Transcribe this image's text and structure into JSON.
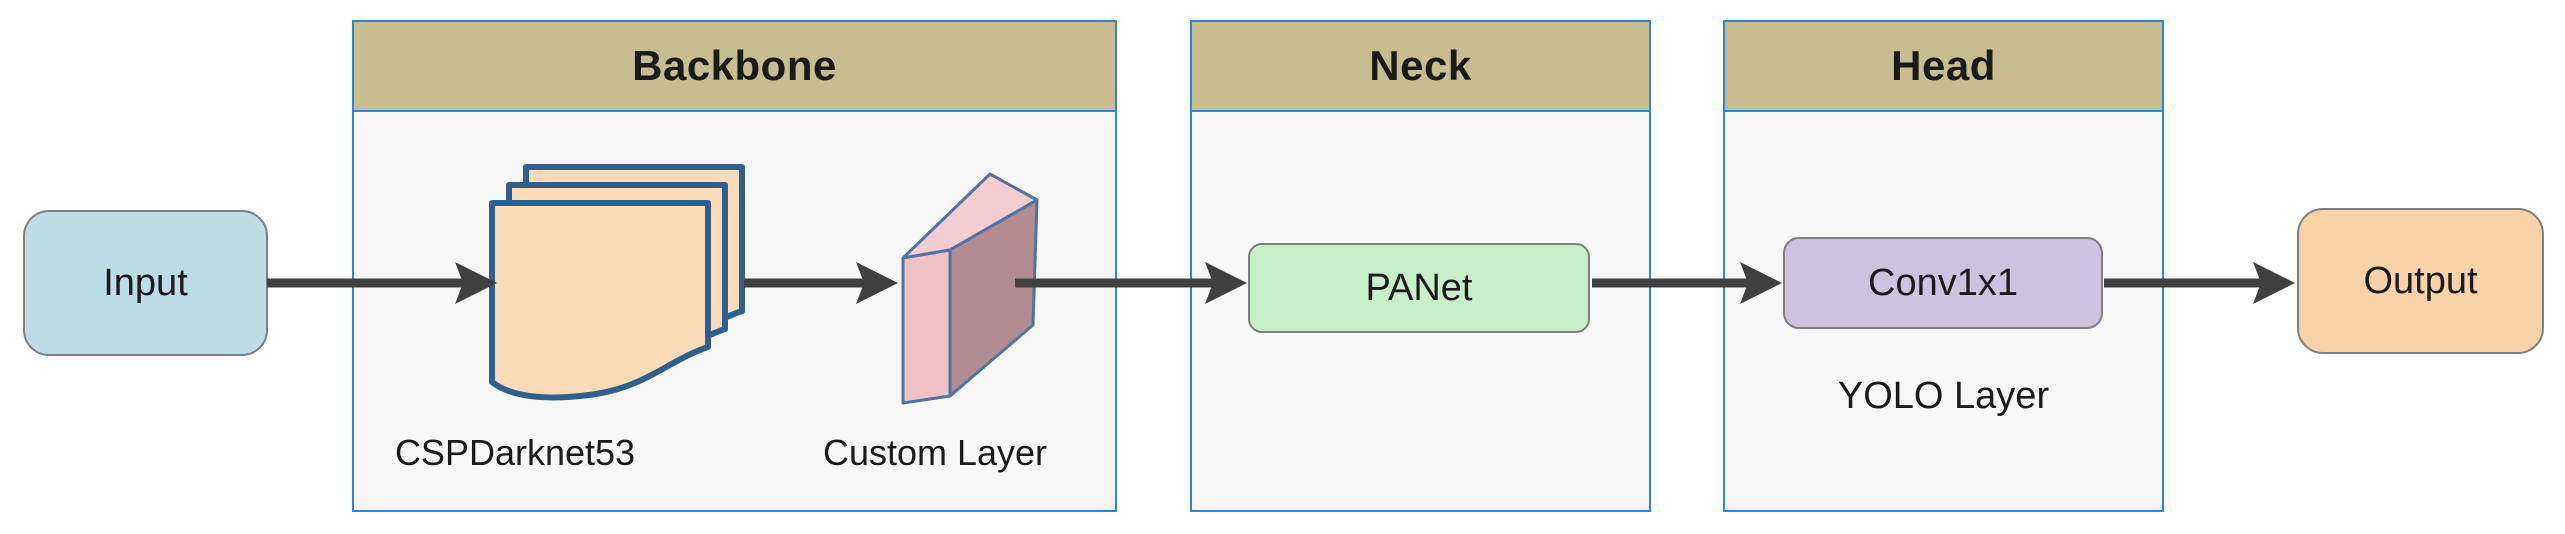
{
  "colors": {
    "canvas-bg": "#ffffff",
    "panel-bg": "#f7f7f7",
    "panel-border": "#2b87d8",
    "header-fill": "#c7bd8f",
    "input-fill": "#bcdde6",
    "output-fill": "#fad2a9",
    "panet-fill": "#c7f0c8",
    "conv-fill": "#cdc2df",
    "node-border": "#7f7f7f",
    "arrow": "#404040",
    "page-fill": "#fcdcb8",
    "page-stroke": "#2f5f8f",
    "slab-front": "#efc3c6",
    "slab-top": "#f3cdd0",
    "slab-side": "#b28c90",
    "slab-stroke": "#4f74a3",
    "text": "#1a1a1a"
  },
  "nodes": {
    "input": "Input",
    "output": "Output",
    "panet": "PANet",
    "conv1x1": "Conv1x1"
  },
  "panels": {
    "backbone": {
      "title": "Backbone",
      "caption_left": "CSPDarknet53",
      "caption_right": "Custom Layer"
    },
    "neck": {
      "title": "Neck"
    },
    "head": {
      "title": "Head",
      "caption": "YOLO Layer"
    }
  }
}
